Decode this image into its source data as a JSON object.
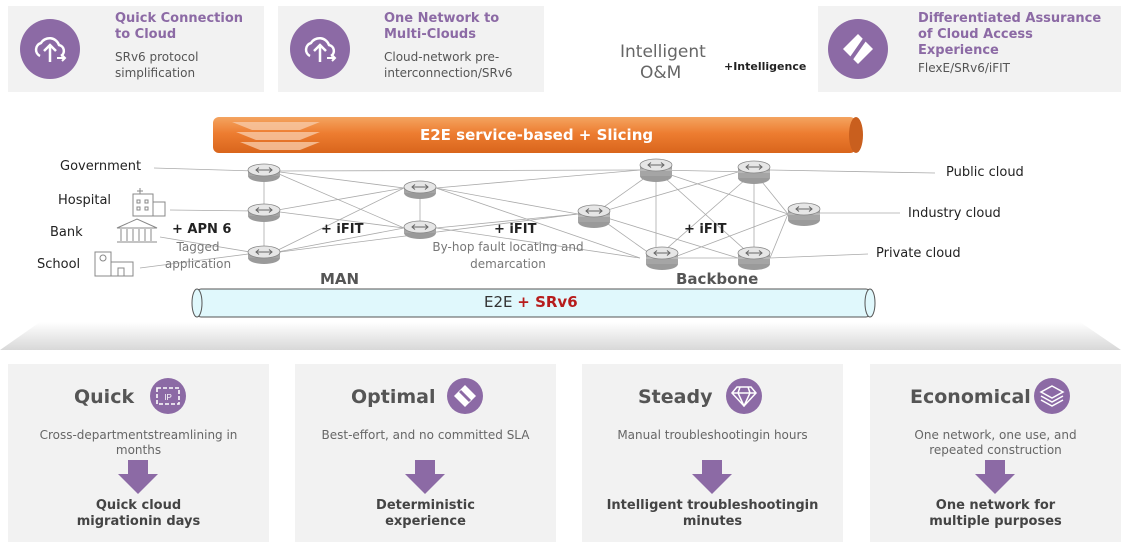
{
  "top_cards": [
    {
      "title": "Quick Connection to Cloud",
      "desc": "SRv6 protocol simplification",
      "icon": "cloud-upload-icon"
    },
    {
      "title": "One Network to Multi-Clouds",
      "desc": "Cloud-network pre-interconnection/SRv6",
      "icon": "cloud-upload-icon"
    },
    {
      "title": "Differentiated Assurance of Cloud Access Experience",
      "desc": "FlexE/SRv6/iFIT",
      "icon": "slash-diamond-icon"
    }
  ],
  "om": {
    "line1": "Intelligent",
    "line2": "O&M",
    "plus": "+Intelligence"
  },
  "slicing_pipe": "E2E service-based + Slicing",
  "srv6_pipe": {
    "prefix": "E2E",
    "highlight": "+ SRv6"
  },
  "sites": [
    "Government",
    "Hospital",
    "Bank",
    "School"
  ],
  "clouds": [
    "Public cloud",
    "Industry cloud",
    "Private cloud"
  ],
  "labels": {
    "apn6": "+ APN 6",
    "tagged1": "Tagged",
    "tagged2": "application",
    "ifit": "+ iFIT",
    "byhop1": "By-hop fault locating and",
    "byhop2": "demarcation",
    "man": "MAN",
    "backbone": "Backbone"
  },
  "bottom_cards": [
    {
      "title": "Quick",
      "desc": "Cross-departmentstreamlining in months",
      "result": "Quick cloud migrationin days",
      "icon": "ip-icon"
    },
    {
      "title": "Optimal",
      "desc": "Best-effort, and no committed SLA",
      "result": "Deterministic experience",
      "icon": "route-icon"
    },
    {
      "title": "Steady",
      "desc": "Manual troubleshootingin hours",
      "result": "Intelligent troubleshootingin minutes",
      "icon": "diamond-icon"
    },
    {
      "title": "Economical",
      "desc": "One network, one use, and repeated construction",
      "result": "One network for multiple purposes",
      "icon": "layers-icon"
    }
  ],
  "colors": {
    "accent": "#8c6aa5",
    "orange": "#ed7d31",
    "red": "#b71c1c",
    "cyan": "#dff7fb"
  }
}
